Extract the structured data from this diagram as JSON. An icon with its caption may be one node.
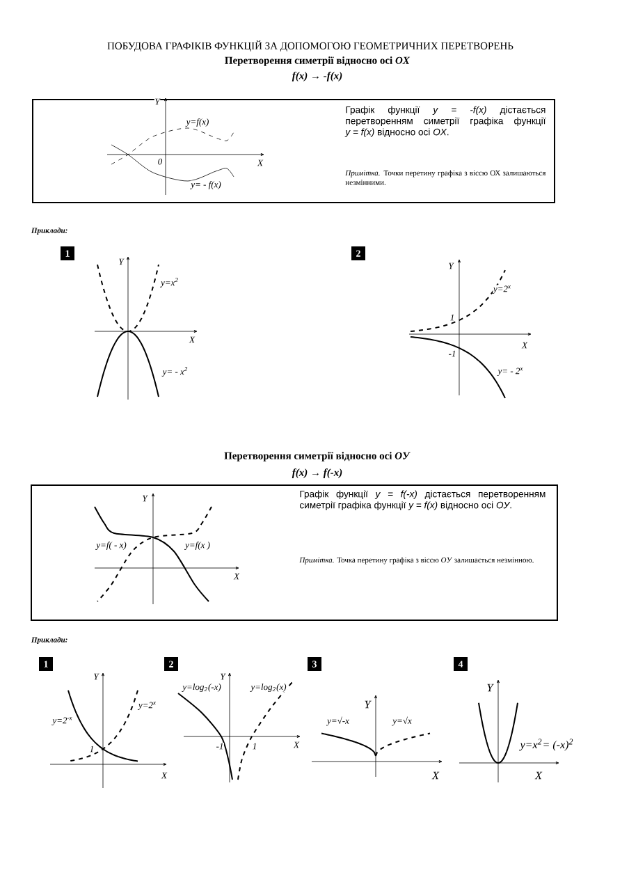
{
  "diagram": {
    "title": "ПОБУДОВА ГРАФІКІВ ФУНКЦІЙ ЗА ДОПОМОГОЮ ГЕОМЕТРИЧНИХ ПЕРЕТВОРЕНЬ",
    "nodes": [
      {
        "text": [
          "Графік функції *y = -f(x)* дістається перетворенням симетрії графіка функції *y = f(x)* відносно осі *OX*.",
          "*Примітка.* Точки перетину графіка з віссю ОХ залишаються незмінними."
        ]
      },
      {
        "text": [
          "1"
        ]
      },
      {
        "text": [
          "2"
        ]
      },
      {
        "text": [
          "Графік функції *y = f(-x)* дістається перетворенням симетрії графіка функції *y = f(x)* відносно осі *OУ*.",
          "*Примітка.* Точка перетину графіка з віссю *OУ* залишається незмінною."
        ]
      },
      {
        "text": [
          "1"
        ]
      },
      {
        "text": [
          "2"
        ]
      },
      {
        "text": [
          "3"
        ]
      },
      {
        "text": [
          "4"
        ]
      }
    ],
    "labels": [
      "Перетворення симетрії відносно осі *OX*",
      "f(x) → -f(x)",
      "Y",
      "y=f(x)",
      "0",
      "X",
      "y= - f(x)",
      "Приклади:",
      "Y",
      "y=x$^{2}$",
      "X",
      "y= - x$^{2}$",
      "Y",
      "y=2$^{x}$",
      "1",
      "X",
      "-1",
      "y= - 2$^{x}$",
      "Перетворення симетрії відносно осі *OУ*",
      "f(x) → f(-x)",
      "Y",
      "y=f( - x)",
      "y=f(x )",
      "X",
      "Приклади:",
      "Y",
      "y=2$^{-x}$",
      "y=2$^{x}$",
      "1",
      "X",
      "Y",
      "y=log$_{2}$(-x)",
      "y=log$_{2}$(x)",
      "-1",
      "1",
      "X",
      "Y",
      "y=√-x",
      "y=√x",
      "X",
      "Y",
      "y=x$^{2}$= (-x)$^{2}$",
      "X"
    ]
  }
}
